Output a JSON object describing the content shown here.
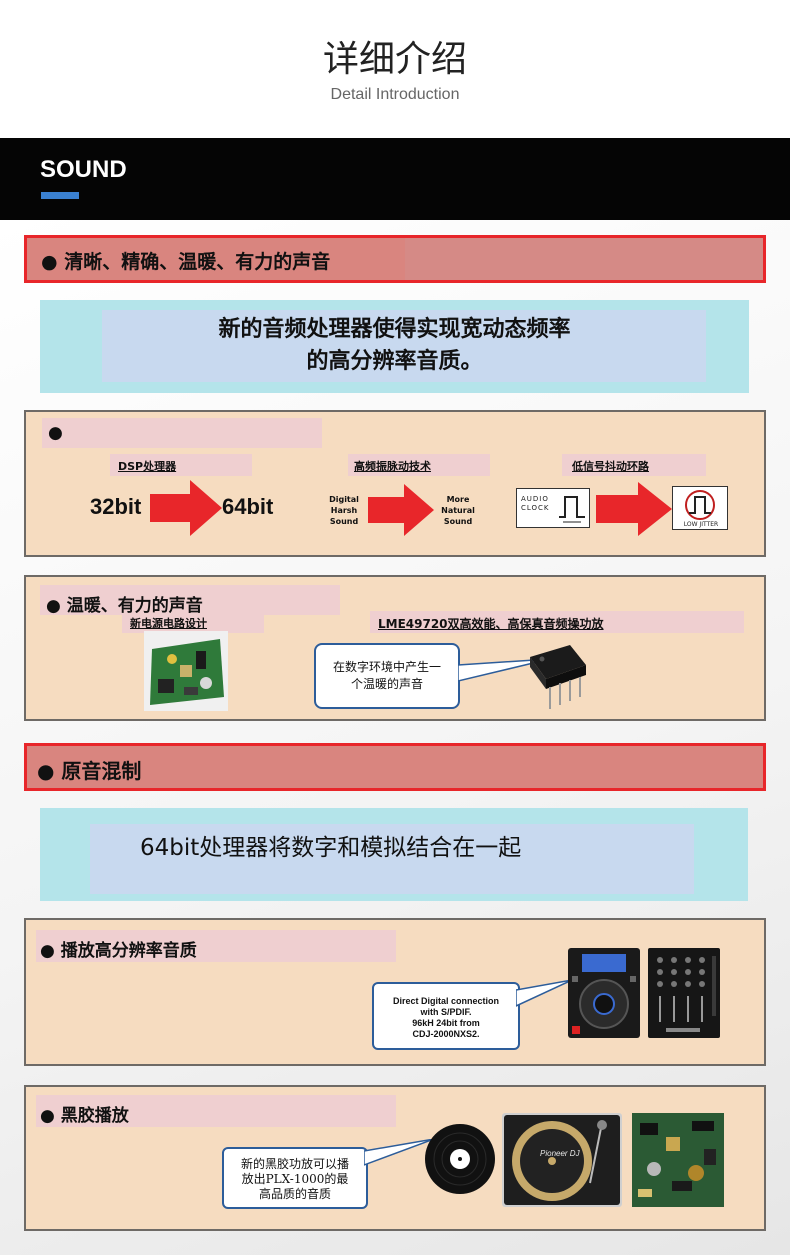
{
  "header": {
    "title": "详细介绍",
    "subtitle": "Detail Introduction"
  },
  "sound": {
    "title": "SOUND"
  },
  "section1": {
    "bar_label": "● 清晰、精确、温暖、有力的声音",
    "highlight_line1": "新的音频处理器使得实现宽动态频率",
    "highlight_line2": "的高分辨率音质。",
    "panel1": {
      "label": "● ",
      "dsp_label": "DSP处理器",
      "from_bits": "32bit",
      "to_bits": "64bit",
      "pulse_label": "高频振脉动技术",
      "pulse_from_1": "Digital",
      "pulse_from_2": "Harsh",
      "pulse_from_3": "Sound",
      "pulse_to_1": "More",
      "pulse_to_2": "Natural",
      "pulse_to_3": "Sound",
      "jitter_label": "低信号抖动环路",
      "clock_text_1": "AUDIO",
      "clock_text_2": "CLOCK",
      "jitter_text": "LOW JITTER"
    },
    "panel2": {
      "label": "● 温暖、有力的声音",
      "power_label": "新电源电路设计",
      "amp_label": "LME49720双高效能、高保真音频操功放",
      "callout_line1": "在数字环境中产生一",
      "callout_line2": "个温暖的声音"
    }
  },
  "section2": {
    "bar_label": "● 原音混制",
    "highlight_text": "64bit处理器将数字和模拟结合在一起",
    "panel1": {
      "label": "● 播放高分辨率音质",
      "callout_line1": "Direct Digital connection",
      "callout_line2": "with S/PDIF.",
      "callout_line3": "96kH 24bit from",
      "callout_line4": "CDJ-2000NXS2."
    },
    "panel2": {
      "label": "● 黑胶播放",
      "callout_line1": "新的黑胶功放可以播",
      "callout_line2": "放出PLX-1000的最",
      "callout_line3": "高品质的音质",
      "turntable_brand": "Pioneer DJ"
    }
  },
  "colors": {
    "accent_red": "#e8262a",
    "accent_blue": "#3a80d0",
    "arrow_red": "#e8262a"
  }
}
